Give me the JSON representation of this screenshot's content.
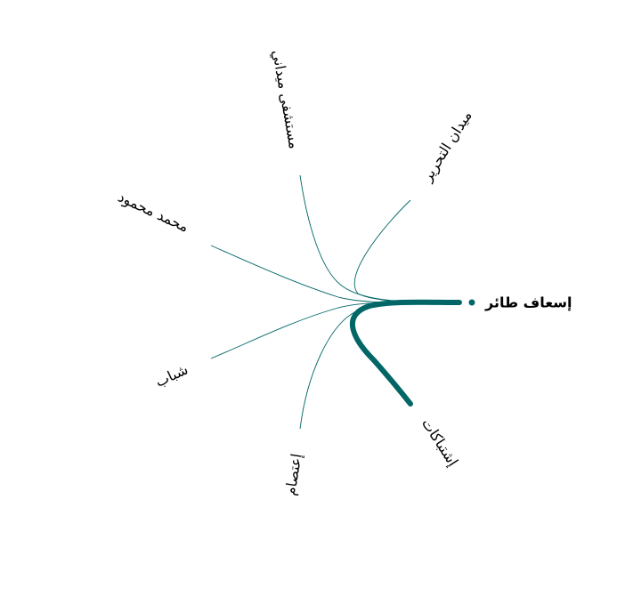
{
  "diagram": {
    "focus_node": {
      "label": "إسعاف طائر"
    },
    "nodes": [
      {
        "id": "ishtibakat",
        "label": "إشتباكات",
        "strong": true
      },
      {
        "id": "itisam",
        "label": "إعتصام",
        "strong": false
      },
      {
        "id": "shabab",
        "label": "شباب",
        "strong": false
      },
      {
        "id": "mohamed",
        "label": "محمد محمود",
        "strong": false
      },
      {
        "id": "mostashfa",
        "label": "مستشفى ميداني",
        "strong": false
      },
      {
        "id": "midan",
        "label": "ميدان التحرير",
        "strong": false
      }
    ],
    "colors": {
      "link": "#006666",
      "text": "#000000",
      "background": "#ffffff"
    }
  }
}
